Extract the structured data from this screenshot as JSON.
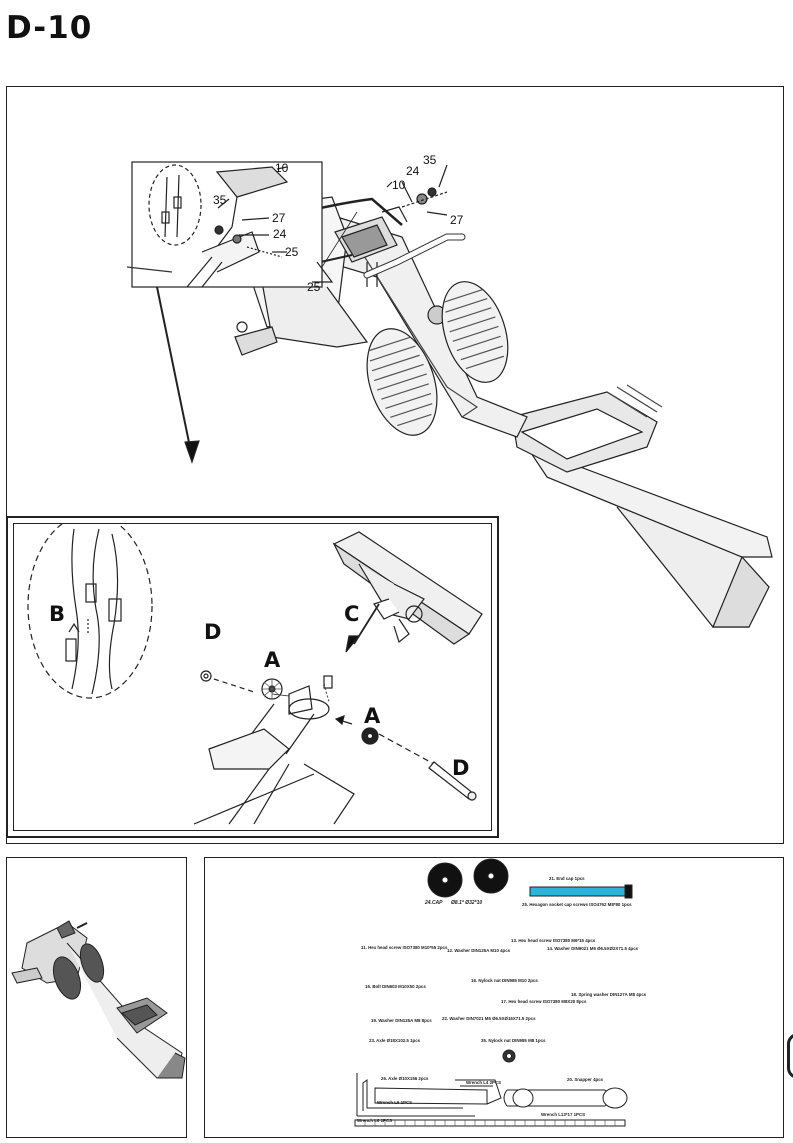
{
  "page": {
    "title": "D-10"
  },
  "callouts": {
    "n10a": "10",
    "n35a": "35",
    "n27a": "27",
    "n24a": "24",
    "n25a": "25",
    "n10b": "10",
    "n24b": "24",
    "n35b": "35",
    "n27b": "27",
    "n25b": "25"
  },
  "detail": {
    "b": "B",
    "c": "C",
    "d1": "D",
    "a1": "A",
    "a2": "A",
    "d2": "D"
  },
  "parts": {
    "cap": "24.CAP",
    "cap_dims": "Ø8.1* Ø32*10",
    "end_cap": "21. End cap 1pcs",
    "hex_socket": "25. Hexagon socket cap screws ISO4762 M8*80 1pcs",
    "p13": "13. Hex head screw ISO7380 M6*15 4pcs",
    "p11": "11. Hex head screw ISO7380 M10*55 2pcs",
    "p12": "12. Washer DIN125A M10 4pcs",
    "p14": "14. Washer DIN9021 M6 Ø6.5XØ2X71.5 4pcs",
    "p16": "16. Nylock nut DIN985 M10 2pcs",
    "p15": "15. Bolt DIN603 M10X50 2pcs",
    "p18": "18. Spring washer DIN127A M8 4pcs",
    "p17": "17. Hex head screw ISO7380 M8X20 8pcs",
    "p22": "22. Washer DIN7021 M6 Ø6.5XØ16X71.5 2pcs",
    "p19": "19. Washer DIN125A M8 8pcs",
    "p23": "23. Axle Ø18X102.5 1pcs",
    "p35": "35. Nylock nut DIN985 M8 1pcs",
    "p26": "26. Axle Ø10X156 2pcs",
    "wrench_l4": "Wrench L4 2PCS",
    "wrench_l6": "Wrench L6 1PCS",
    "wrench_l6b": "Wrench L6 1PCS",
    "spanner": "20. Snapper 4pcs",
    "wrench_l13": "Wrench L13*17 1PCS"
  }
}
